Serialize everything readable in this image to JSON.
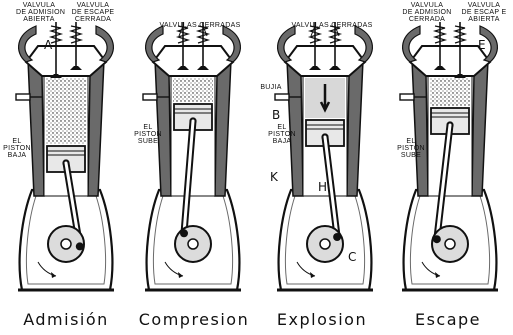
{
  "panels": [
    {
      "caption": "Admisión",
      "labels": {
        "intake_valve": "VALVULA\nDE ADMISION\nABIERTA",
        "exhaust_valve": "VALVULA\nDE ESCAPE\nCERRADA",
        "piston": "EL\nPISTON\nBAJA"
      },
      "letters": [
        "A"
      ]
    },
    {
      "caption": "Compresion",
      "labels": {
        "valves": "VALVULAS CERRADAS",
        "piston": "EL\nPISTON\nSUBE"
      },
      "letters": []
    },
    {
      "caption": "Explosion",
      "labels": {
        "valves": "VALVULAS CERRADAS",
        "spark_plug": "BUJIA",
        "piston": "EL\nPISTON\nBAJA"
      },
      "letters": [
        "B",
        "K",
        "H",
        "C"
      ]
    },
    {
      "caption": "Escape",
      "labels": {
        "intake_valve": "VALVULA\nDE ADMISION\nCERRADA",
        "exhaust_valve": "VALVULA\nDE ESCAP E\nABIERTA",
        "piston": "EL\nPISTON\nSUBE"
      },
      "letters": [
        "E"
      ]
    }
  ],
  "colors": {
    "ink": "#111111",
    "shade": "#6a6a6a",
    "paper": "#ffffff"
  }
}
